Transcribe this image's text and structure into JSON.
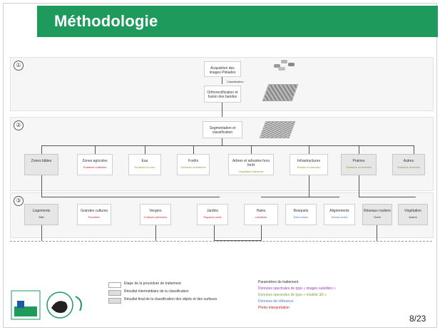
{
  "slide": {
    "title": "Méthodologie",
    "page_number": "8/23"
  },
  "sections": [
    "①",
    "②",
    "③"
  ],
  "section1": {
    "box_top": "Acquisition des images Pléiades",
    "box_bottom": "Orthorectification et fusion des bandes",
    "arrow_label": "Classification"
  },
  "section2": {
    "center_box": "Segmentation et classification",
    "categories": [
      {
        "label": "Zones bâties",
        "sub": "",
        "color": ""
      },
      {
        "label": "Zones agricoles",
        "sub": "Surfaces cultivées",
        "color": "red"
      },
      {
        "label": "Eau",
        "sub": "Surfaces en eau",
        "color": "green"
      },
      {
        "label": "Forêts",
        "sub": "Surfaces forestières",
        "color": "green"
      },
      {
        "label": "Arbres et arbustes hors forêt",
        "sub": "Végétation ligneuse",
        "color": "green"
      },
      {
        "label": "Infrastructures",
        "sub": "Routes et réseaux",
        "color": "green"
      },
      {
        "label": "Prairies",
        "sub": "Surfaces enherbées",
        "color": "green"
      },
      {
        "label": "Autres",
        "sub": "Surfaces diverses",
        "color": "green"
      }
    ]
  },
  "section3": {
    "boxes": [
      {
        "label": "Logements",
        "sub": "Bâti"
      },
      {
        "label": "Grandes cultures",
        "sub": "Parcelles"
      },
      {
        "label": "Vergers",
        "sub": "Cultures pérennes"
      },
      {
        "label": "Jardins",
        "sub": "Espaces verts"
      },
      {
        "label": "Haies",
        "sub": "Linéaires"
      },
      {
        "label": "Bosquets",
        "sub": "Îlots boisés"
      },
      {
        "label": "Alignements",
        "sub": "Arbres isolés"
      },
      {
        "label": "Réseaux routiers",
        "sub": "Voirie"
      },
      {
        "label": "Végétation",
        "sub": "Autres"
      }
    ]
  },
  "legend": {
    "left": [
      "Étape de la procédure de traitement",
      "Résultat intermédiaire de la classification",
      "Résultat final de la classification des objets et des surfaces"
    ],
    "right_title": "Paramètres de traitement",
    "right": [
      {
        "text": "Données spectrales de type « images satellites »",
        "color": "purple"
      },
      {
        "text": "Données spectrales de type « modèle 3D »",
        "color": "green"
      },
      {
        "text": "Données de référence",
        "color": "blue"
      },
      {
        "text": "Photo-interprétation",
        "color": "red"
      }
    ]
  },
  "colors": {
    "header": "#1e9a5c",
    "purple": "#9a3fb5",
    "green": "#7aa33a",
    "blue": "#4a78c8",
    "red": "#c0262b"
  }
}
